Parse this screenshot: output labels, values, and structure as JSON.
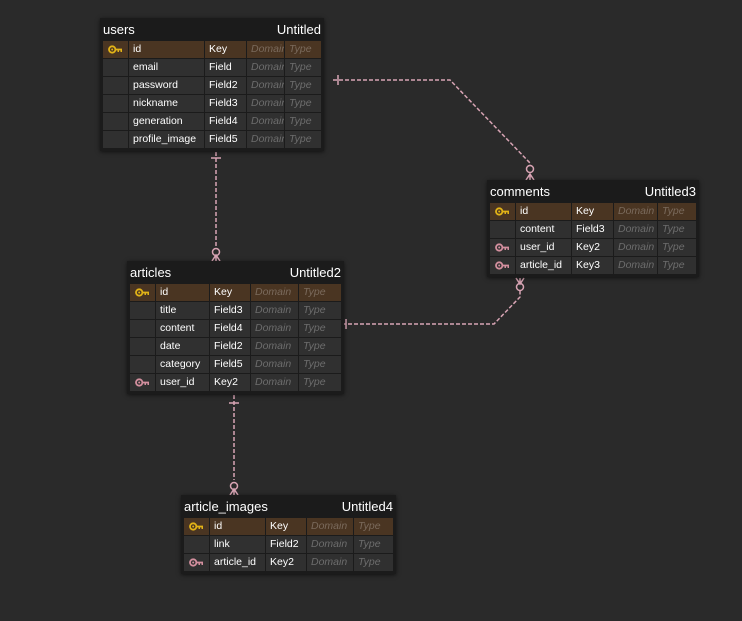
{
  "colors": {
    "background": "#2a2a2a",
    "table_bg": "#1b1b1b",
    "cell_bg": "#303030",
    "pk_row_bg": "#4a3522",
    "primary_key_icon": "#e2b317",
    "foreign_key_icon": "#d38f9e",
    "relation_line": "#d8a4b4"
  },
  "tables": [
    {
      "name": "users",
      "logical": "Untitled",
      "rows": [
        {
          "name": "id",
          "field": "Key",
          "domain": "Domain",
          "type": "Type",
          "icon": "primary-key-icon"
        },
        {
          "name": "email",
          "field": "Field",
          "domain": "Domain",
          "type": "Type",
          "icon": ""
        },
        {
          "name": "password",
          "field": "Field2",
          "domain": "Domain",
          "type": "Type",
          "icon": ""
        },
        {
          "name": "nickname",
          "field": "Field3",
          "domain": "Domain",
          "type": "Type",
          "icon": ""
        },
        {
          "name": "generation",
          "field": "Field4",
          "domain": "Domain",
          "type": "Type",
          "icon": ""
        },
        {
          "name": "profile_image",
          "field": "Field5",
          "domain": "Domain",
          "type": "Type",
          "icon": ""
        }
      ]
    },
    {
      "name": "comments",
      "logical": "Untitled3",
      "rows": [
        {
          "name": "id",
          "field": "Key",
          "domain": "Domain",
          "type": "Type",
          "icon": "primary-key-icon"
        },
        {
          "name": "content",
          "field": "Field3",
          "domain": "Domain",
          "type": "Type",
          "icon": ""
        },
        {
          "name": "user_id",
          "field": "Key2",
          "domain": "Domain",
          "type": "Type",
          "icon": "foreign-key-icon"
        },
        {
          "name": "article_id",
          "field": "Key3",
          "domain": "Domain",
          "type": "Type",
          "icon": "foreign-key-icon"
        }
      ]
    },
    {
      "name": "articles",
      "logical": "Untitled2",
      "rows": [
        {
          "name": "id",
          "field": "Key",
          "domain": "Domain",
          "type": "Type",
          "icon": "primary-key-icon"
        },
        {
          "name": "title",
          "field": "Field3",
          "domain": "Domain",
          "type": "Type",
          "icon": ""
        },
        {
          "name": "content",
          "field": "Field4",
          "domain": "Domain",
          "type": "Type",
          "icon": ""
        },
        {
          "name": "date",
          "field": "Field2",
          "domain": "Domain",
          "type": "Type",
          "icon": ""
        },
        {
          "name": "category",
          "field": "Field5",
          "domain": "Domain",
          "type": "Type",
          "icon": ""
        },
        {
          "name": "user_id",
          "field": "Key2",
          "domain": "Domain",
          "type": "Type",
          "icon": "foreign-key-icon"
        }
      ]
    },
    {
      "name": "article_images",
      "logical": "Untitled4",
      "rows": [
        {
          "name": "id",
          "field": "Key",
          "domain": "Domain",
          "type": "Type",
          "icon": "primary-key-icon"
        },
        {
          "name": "link",
          "field": "Field2",
          "domain": "Domain",
          "type": "Type",
          "icon": ""
        },
        {
          "name": "article_id",
          "field": "Key2",
          "domain": "Domain",
          "type": "Type",
          "icon": "foreign-key-icon"
        }
      ]
    }
  ],
  "relationships": [
    {
      "from": "users",
      "to": "comments",
      "cardinality": "one-to-zero-or-many"
    },
    {
      "from": "users",
      "to": "articles",
      "cardinality": "one-to-zero-or-many"
    },
    {
      "from": "articles",
      "to": "comments",
      "cardinality": "one-to-zero-or-many"
    },
    {
      "from": "articles",
      "to": "article_images",
      "cardinality": "one-to-zero-or-many"
    }
  ]
}
